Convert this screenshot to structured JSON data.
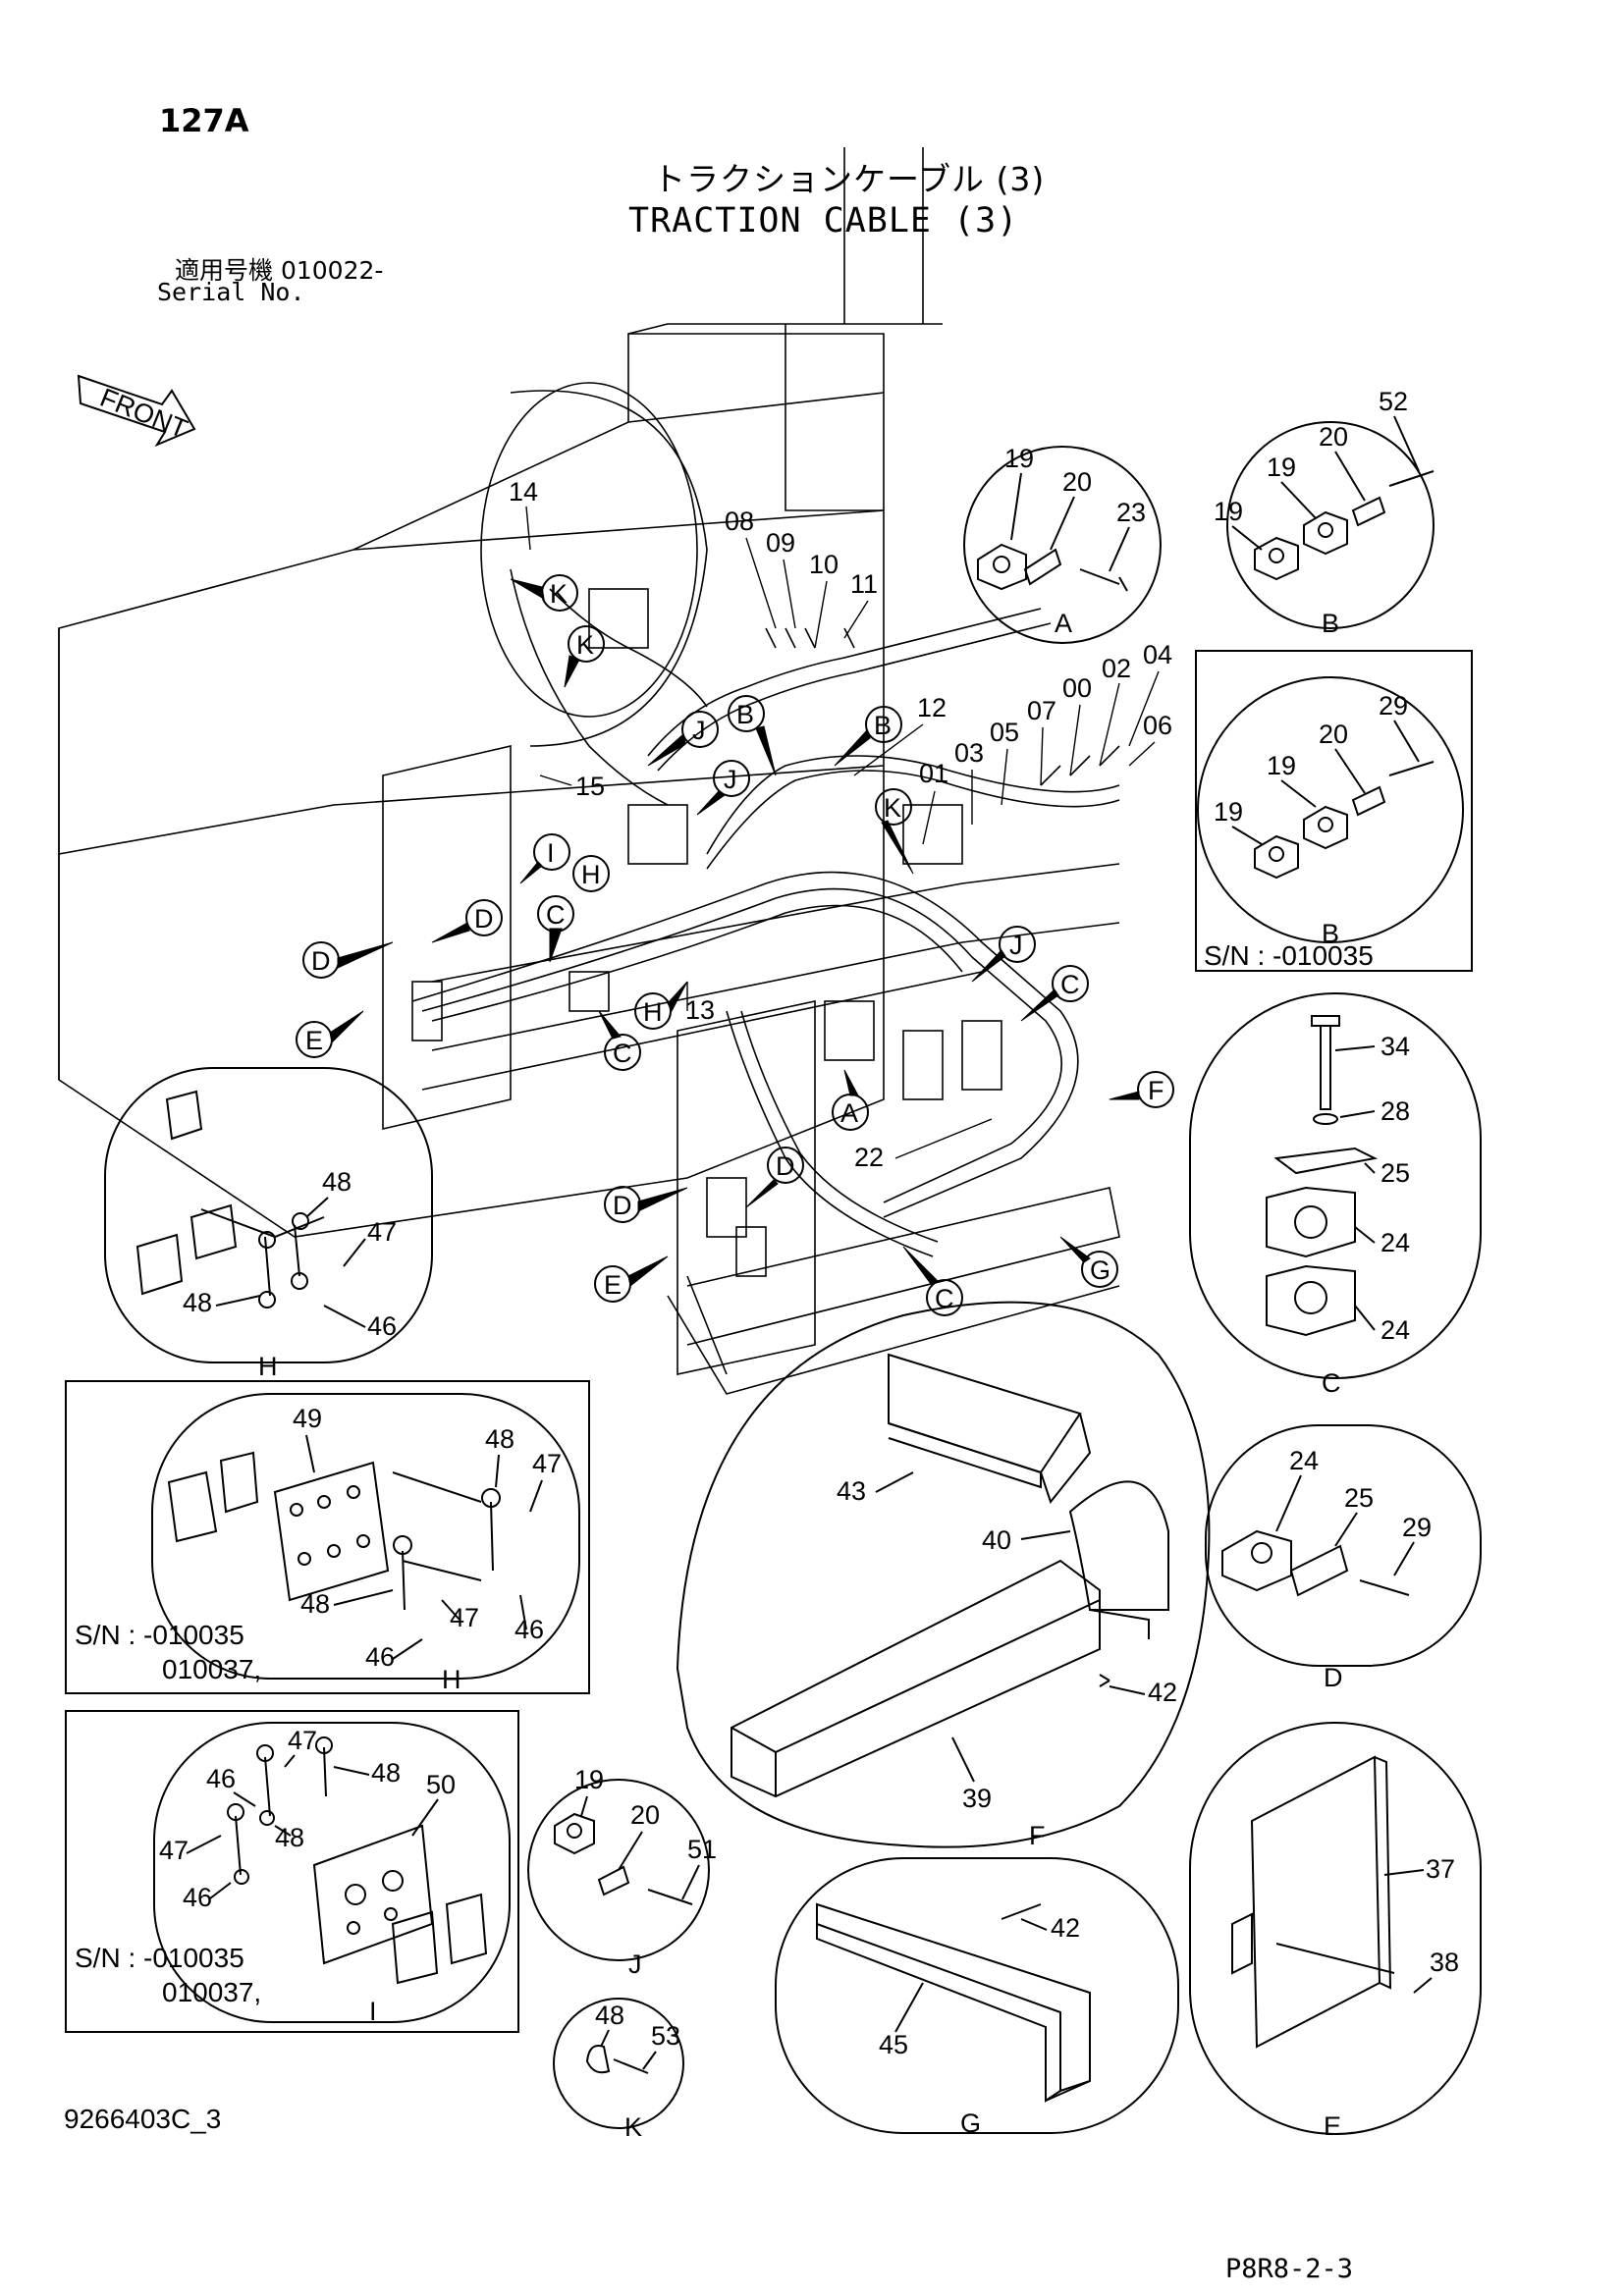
{
  "header": {
    "page_code": "127A",
    "title_jp": "トラクションケーブル (3)",
    "title_en": "TRACTION CABLE (3)",
    "serial_jp": "適用号機  010022-",
    "serial_en": "Serial No."
  },
  "footer": {
    "drawing_no": "9266403C_3",
    "page_ref": "P8R8-2-3"
  },
  "front_arrow": "FRONT",
  "main_callouts": [
    "14",
    "08",
    "09",
    "10",
    "11",
    "12",
    "02",
    "04",
    "00",
    "07",
    "05",
    "03",
    "01",
    "06",
    "15",
    "13",
    "22"
  ],
  "main_letters": [
    "K",
    "K",
    "J",
    "J",
    "B",
    "B",
    "I",
    "H",
    "C",
    "D",
    "D",
    "E",
    "H",
    "C",
    "K",
    "J",
    "C",
    "F",
    "A",
    "D",
    "D",
    "E",
    "C",
    "G"
  ],
  "details": {
    "A": {
      "caption": "A",
      "parts": [
        "19",
        "20",
        "23"
      ]
    },
    "B1": {
      "caption": "B",
      "parts": [
        "52",
        "20",
        "19",
        "19"
      ]
    },
    "B2": {
      "caption": "B",
      "parts": [
        "29",
        "20",
        "19",
        "19"
      ],
      "sn": "S/N : -010035"
    },
    "C": {
      "caption": "C",
      "parts": [
        "34",
        "28",
        "25",
        "24",
        "24"
      ]
    },
    "H1": {
      "caption": "H",
      "parts": [
        "48",
        "47",
        "48",
        "46"
      ]
    },
    "H2": {
      "caption": "H",
      "parts": [
        "49",
        "48",
        "47",
        "48",
        "47",
        "46",
        "46"
      ],
      "sn_line1": "S/N : -010035",
      "sn_line2": "010037,"
    },
    "I": {
      "caption": "I",
      "parts": [
        "47",
        "48",
        "46",
        "48",
        "50",
        "47",
        "46"
      ],
      "sn_line1": "S/N : -010035",
      "sn_line2": "010037,"
    },
    "F": {
      "caption": "F",
      "parts": [
        "43",
        "40",
        "42",
        "39"
      ]
    },
    "D": {
      "caption": "D",
      "parts": [
        "24",
        "25",
        "29"
      ]
    },
    "J": {
      "caption": "J",
      "parts": [
        "19",
        "20",
        "51"
      ]
    },
    "K": {
      "caption": "K",
      "parts": [
        "48",
        "53"
      ]
    },
    "G": {
      "caption": "G",
      "parts": [
        "42",
        "45"
      ]
    },
    "E": {
      "caption": "E",
      "parts": [
        "37",
        "38"
      ]
    }
  }
}
